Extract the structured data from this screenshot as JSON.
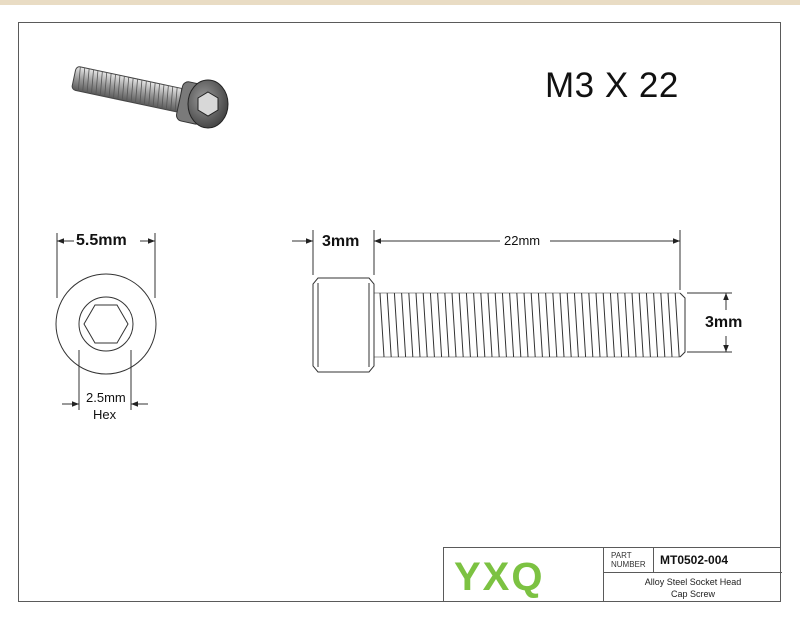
{
  "title": "M3 X 22",
  "dimensions": {
    "head_diameter": "5.5mm",
    "hex_size": "2.5mm",
    "hex_label": "Hex",
    "head_height": "3mm",
    "length": "22mm",
    "thread_diameter": "3mm"
  },
  "title_block": {
    "logo_text": "YXQ",
    "part_number_label_line1": "PART",
    "part_number_label_line2": "NUMBER",
    "part_number": "MT0502-004",
    "description_line1": "Alloy Steel Socket Head",
    "description_line2": "Cap Screw"
  },
  "colors": {
    "line": "#333333",
    "logo": "#7cc242",
    "top_band": "#e9dcc4"
  }
}
